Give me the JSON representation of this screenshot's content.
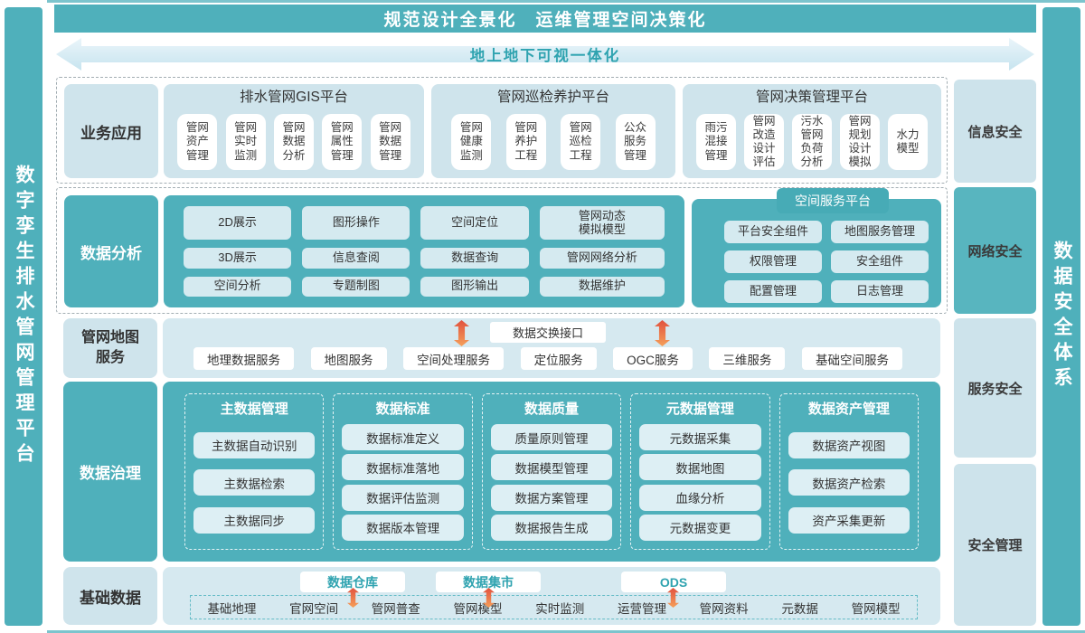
{
  "title_banner": "规范设计全景化　运维管理空间决策化",
  "arrow_banner": "地上地下可视一体化",
  "left_rail": "数字孪生排水管网管理平台",
  "right_rail": "数据安全体系",
  "security": {
    "items": [
      "信息安全",
      "网络安全",
      "服务安全",
      "安全管理"
    ]
  },
  "business": {
    "label": "业务应用",
    "platforms": [
      {
        "title": "排水管网GIS平台",
        "items": [
          "管网资产管理",
          "管网实时监测",
          "管网数据分析",
          "管网属性管理",
          "管网数据管理"
        ]
      },
      {
        "title": "管网巡检养护平台",
        "items": [
          "管网健康监测",
          "管网养护工程",
          "管网巡检工程",
          "公众服务管理"
        ]
      },
      {
        "title": "管网决策管理平台",
        "items": [
          "雨污混接管理",
          "管网改造设计评估",
          "污水管网负荷分析",
          "管网规划设计模拟",
          "水力模型"
        ]
      }
    ]
  },
  "analysis": {
    "label": "数据分析",
    "grid": [
      "2D展示",
      "图形操作",
      "空间定位",
      "管网动态\n模拟模型",
      "3D展示",
      "信息查阅",
      "数据查询",
      "管网网络分析",
      "空间分析",
      "专题制图",
      "图形输出",
      "数据维护"
    ],
    "service_platform": {
      "title": "空间服务平台",
      "items": [
        "平台安全组件",
        "地图服务管理",
        "权限管理",
        "安全组件",
        "配置管理",
        "日志管理"
      ]
    }
  },
  "map_service": {
    "label": "管网地图服务",
    "interface_label": "数据交换接口",
    "services": [
      "地理数据服务",
      "地图服务",
      "空间处理服务",
      "定位服务",
      "OGC服务",
      "三维服务",
      "基础空间服务"
    ]
  },
  "governance": {
    "label": "数据治理",
    "columns": [
      {
        "title": "主数据管理",
        "items": [
          "主数据自动识别",
          "主数据检索",
          "主数据同步"
        ]
      },
      {
        "title": "数据标准",
        "items": [
          "数据标准定义",
          "数据标准落地",
          "数据评估监测",
          "数据版本管理"
        ]
      },
      {
        "title": "数据质量",
        "items": [
          "质量原则管理",
          "数据模型管理",
          "数据方案管理",
          "数据报告生成"
        ]
      },
      {
        "title": "元数据管理",
        "items": [
          "元数据采集",
          "数据地图",
          "血缘分析",
          "元数据变更"
        ]
      },
      {
        "title": "数据资产管理",
        "items": [
          "数据资产视图",
          "数据资产检索",
          "资产采集更新"
        ]
      }
    ]
  },
  "base_data": {
    "label": "基础数据",
    "stores": [
      "数据仓库",
      "数据集市",
      "ODS"
    ],
    "sources": [
      "基础地理",
      "官网空间",
      "管网普查",
      "管网模型",
      "实时监测",
      "运营管理",
      "管网资料",
      "元数据",
      "管网模型"
    ]
  },
  "colors": {
    "teal": "#4FB0BB",
    "teal_tab": "#47ABB6",
    "light_blue": "#CFE4EC",
    "panel_light": "#D6E9F0",
    "chip_light": "#D5EAF0",
    "teal_text": "#2FA3B0",
    "text_dark": "#3A3A3A",
    "arrow_orange_top": "#E1523F",
    "arrow_orange_bottom": "#F5A05A"
  }
}
